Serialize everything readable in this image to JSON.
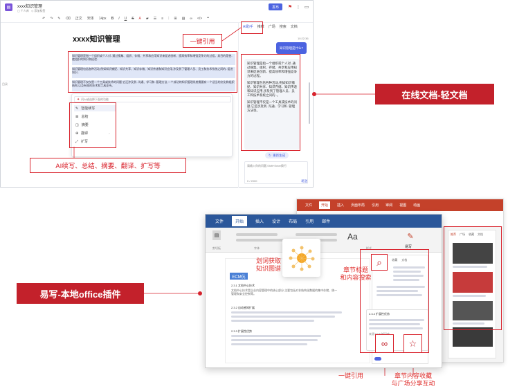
{
  "top_app": {
    "doc_title": "xxxx知识管理",
    "breadcrumb_a": "个人库",
    "breadcrumb_b": "添加标签",
    "publish_label": "发布",
    "heading": "xxxx知识管理",
    "toolbar_items": [
      "正文",
      "宋体",
      "14px"
    ],
    "paragraphs": [
      "知识管理是指一个组织或个人对..通过搜集、组织、存储、共享和应用知识来促进创新、提高效率和增强竞争力的过程。其目的是使..使组织的知识和经验..",
      "知识管理包括各种活动,例如知识捕捉、知识共享、知识存储、知识传递和知识应用,涉及到了管理人员、员工和技术系统之间的..促进知识..",
      "知识管理不仅仅是一个工具或技术的问题,它还涉及到..沟通、学习和..管理方法,一个成功的知识管理系统需要有一个适当的文化和组织结构,以及有效的技术和工具支持。"
    ],
    "ai_menu_placeholder": "问AI或选择下面的功能",
    "ai_menu": [
      "智能续写",
      "总结",
      "摘要",
      "翻译",
      "扩写"
    ],
    "side_tabs": [
      "AI助手",
      "推荐",
      "广场",
      "搜索",
      "文档"
    ],
    "chat_time": "10:22:36",
    "user_bubble": "知识管理是什么?",
    "reply_paras": [
      "知识管理是指一个组织或个人对..通过搜集、组织、存储、共享和应用知识来促进创新、提高效率和增强竞争力的过程。",
      "知识管理包括各种活动,例如知识捕捉、知识共享、知识存储、知识传递和知识应用,涉及到了管理人员、员工和技术系统之间的..。",
      "知识管理不仅是一个工具或技术的问题,它还涉及到..沟通、学习和..管理方法等。"
    ],
    "regen_label": "重新生成",
    "input_placeholder": "请输入你的问题,Shift+Enter换行",
    "counter": "0 / 2000",
    "send_label": "发送"
  },
  "callouts": {
    "quote": "一键引用",
    "ai_features": "AI续写、总结、摘要、翻译、扩写等",
    "online_doc": "在线文档-轻文档",
    "local_plugin": "易写-本地office插件",
    "knowledge_graph": "划词获取\n知识图谱",
    "chapter_search": "章节标题\n和内容搜索",
    "one_click_quote": "一键引用",
    "chapter_collect": "章节内容收藏\n与广场分享互动"
  },
  "word": {
    "back_tabs": [
      "文件",
      "开始",
      "插入",
      "页面布局",
      "引用",
      "审阅",
      "视图",
      "动画"
    ],
    "tabs": [
      "文件",
      "开始",
      "插入",
      "设计",
      "布局",
      "引用",
      "邮件"
    ],
    "groups": [
      "剪切板",
      "字体",
      "段落",
      "样式"
    ],
    "style_sample": "Aa",
    "plugin_label": "易写",
    "doc_heading": "ECM伉",
    "section_titles": [
      "2.3.1 文档中心技术",
      "2.3.2 自动感知扩展",
      "2.3.3 扩展性优势"
    ],
    "body_snippet": "文档中心技术是企业内容管理中的核心部分,主要包括对非结构化数据的集中存储、统一管理和安全控制等。",
    "panel_tabs": [
      "推荐",
      "广场",
      "收藏",
      "文档"
    ],
    "card_title": "2.3.4 扩展性优势",
    "card_source": "来源:ECM知识库"
  },
  "colors": {
    "accent_red": "#c3212b",
    "word_blue": "#2b579a",
    "wps_red": "#c4412a",
    "app_blue": "#4c63e0"
  }
}
